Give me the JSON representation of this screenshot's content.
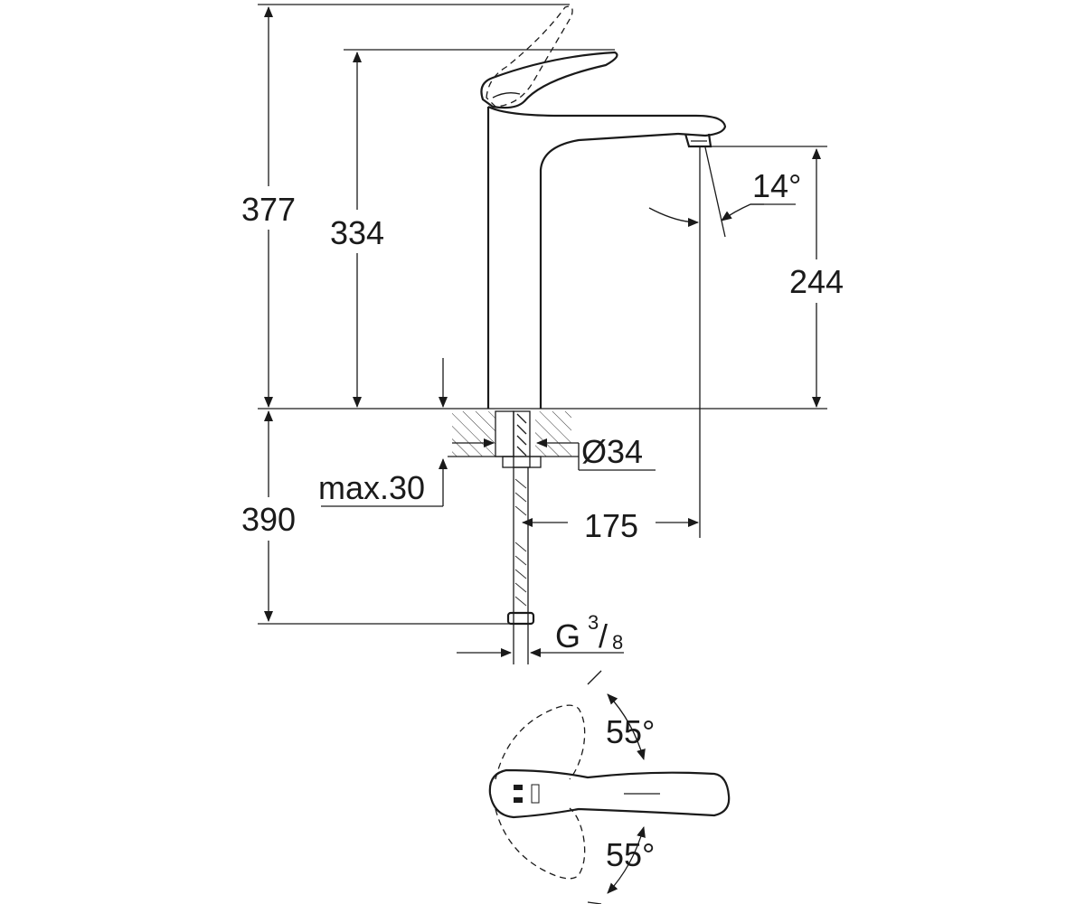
{
  "dimensions": {
    "total_height": "377",
    "lever_height": "334",
    "spout_height": "244",
    "spout_angle": "14°",
    "hole_diameter": "Ø34",
    "max_thickness": "max.30",
    "hose_length": "390",
    "spout_reach": "175",
    "connection_main": "G",
    "connection_num": "3",
    "connection_den": "8",
    "lever_rotation_up": "55°",
    "lever_rotation_down": "55°"
  }
}
